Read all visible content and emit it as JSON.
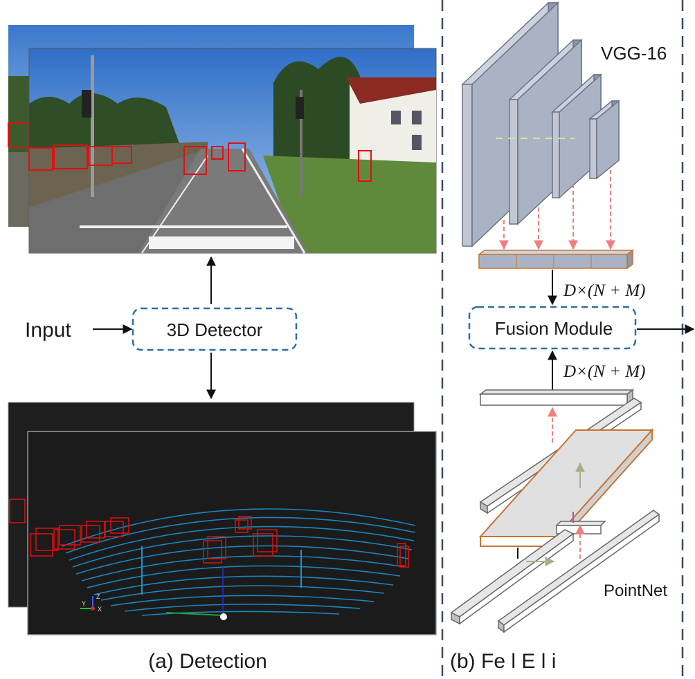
{
  "panel_a": {
    "input_label": "Input",
    "detector_label": "3D Detector",
    "caption": "(a) Detection",
    "axis_labels": {
      "z": "Z",
      "y": "Y",
      "x": "X"
    }
  },
  "panel_b": {
    "backbone_label": "VGG-16",
    "fusion_label": "Fusion Module",
    "dim_top": "D×(N + M)",
    "dim_bottom": "D×(N + M)",
    "pointnet_label": "PointNet",
    "caption": "(b) Fe  l    E  l  i"
  },
  "colors": {
    "box_dashed": "#2e6da4",
    "divider": "#3b4a66",
    "slab_face": "#aab3c4",
    "slab_edge": "#6b7385",
    "feature_border": "#c8742e",
    "proj_arrow": "#f08080",
    "detect_box": "#e01010",
    "lidar": "#1f8fd0"
  }
}
